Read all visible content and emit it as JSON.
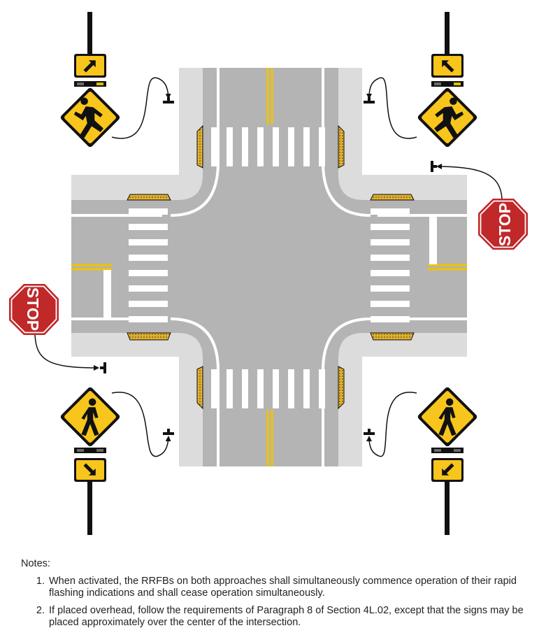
{
  "diagram": {
    "signs": {
      "stop_west": {
        "text": "STOP"
      },
      "stop_east": {
        "text": "STOP"
      }
    },
    "colors": {
      "road": "#b4b4b4",
      "sidewalk": "#dcdcdc",
      "lane_white": "#ffffff",
      "center_yellow": "#f2c300",
      "sign_yellow": "#f8c51c",
      "stop_red": "#c0282a",
      "detectable_pad": "#d4a21e"
    },
    "icons": {
      "pedestrian": "pedestrian-icon",
      "arrow": "diagonal-arrow-icon",
      "rrfb_light": "rrfb-light-icon",
      "pushbutton": "pushbutton-icon"
    }
  },
  "notes": {
    "heading": "Notes:",
    "items": [
      {
        "number": "1.",
        "text": "When activated, the RRFBs on both approaches shall simultaneously commence operation of their rapid flashing indications and shall cease operation simultaneously."
      },
      {
        "number": "2.",
        "text": "If placed overhead, follow the requirements of Paragraph 8 of Section 4L.02, except that the signs may be placed approximately over the center of the intersection."
      }
    ]
  }
}
